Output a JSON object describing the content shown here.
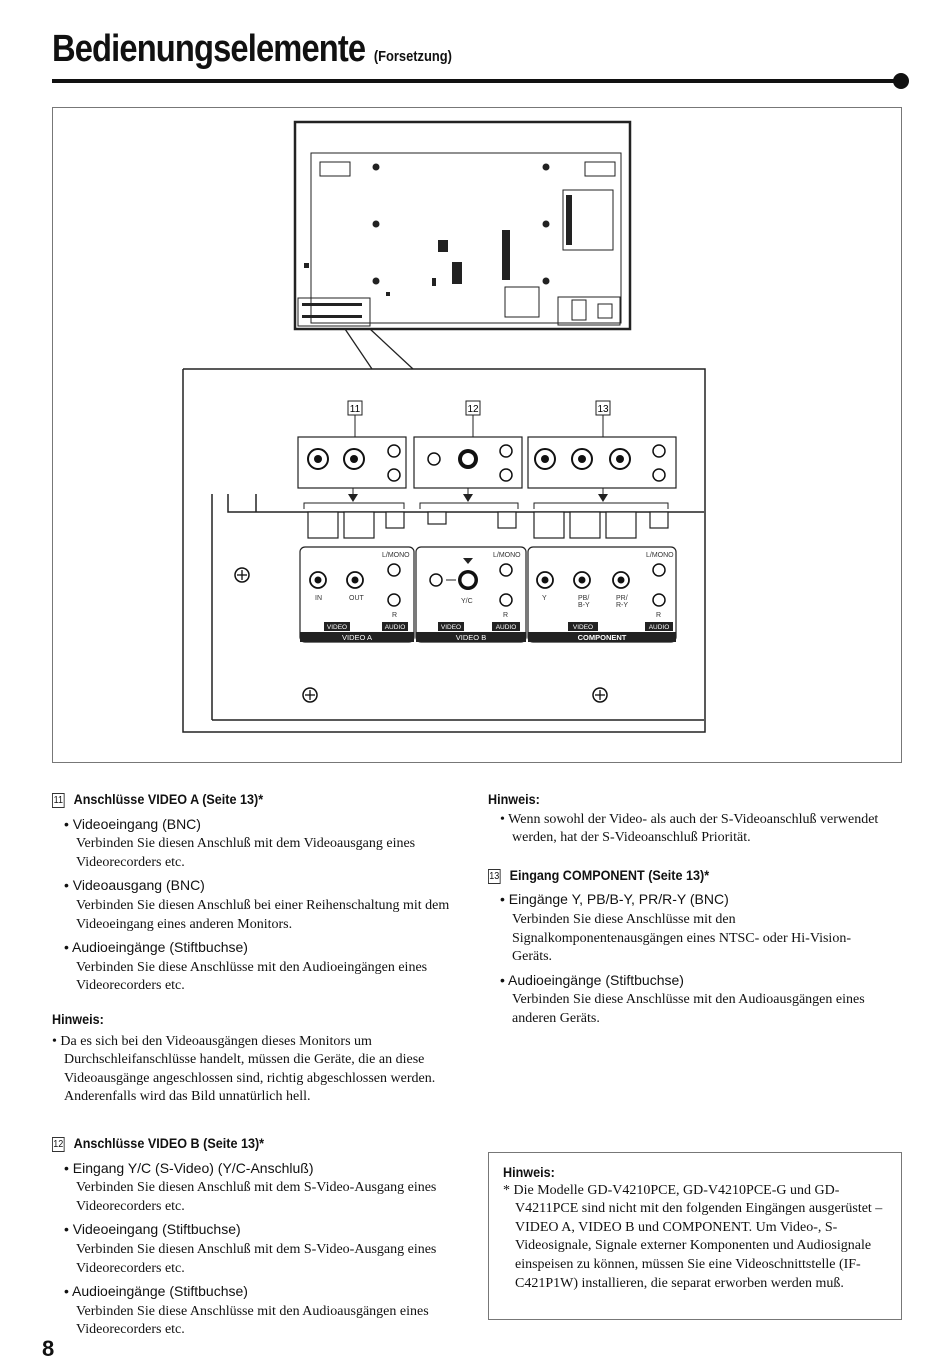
{
  "header": {
    "title": "Bedienungselemente",
    "subtitle": "(Forsetzung)"
  },
  "figure": {
    "callouts": [
      "11",
      "12",
      "13"
    ],
    "labels": {
      "lmono": "L/MONO",
      "in": "IN",
      "out": "OUT",
      "r": "R",
      "yc": "Y/C",
      "y": "Y",
      "pb1": "PB/",
      "pb2": "B-Y",
      "pr1": "PR/",
      "pr2": "R-Y",
      "video": "VIDEO",
      "audio": "AUDIO",
      "video_a": "VIDEO A",
      "video_b": "VIDEO B",
      "component": "COMPONENT"
    }
  },
  "left": {
    "s11": {
      "num": "11",
      "heading": "Anschlüsse VIDEO A (Seite 13)*",
      "items": [
        {
          "title": "Videoeingang (BNC)",
          "text": "Verbinden Sie diesen Anschluß mit dem Videoausgang eines Videorecorders etc."
        },
        {
          "title": "Videoausgang (BNC)",
          "text": "Verbinden Sie diesen Anschluß bei einer Reihenschaltung mit dem Videoeingang eines anderen Monitors."
        },
        {
          "title": "Audioeingänge (Stiftbuchse)",
          "text": "Verbinden Sie diese Anschlüsse mit den Audioeingängen eines Videorecorders etc."
        }
      ],
      "note_heading": "Hinweis:",
      "note": "Da es sich bei den Videoausgängen dieses Monitors um Durchschleifanschlüsse handelt, müssen die Geräte, die an diese Videoausgänge angeschlossen sind, richtig abgeschlossen werden. Anderenfalls wird das Bild unnatürlich hell."
    },
    "s12": {
      "num": "12",
      "heading": "Anschlüsse VIDEO B (Seite 13)*",
      "items": [
        {
          "title": "Eingang Y/C (S-Video) (Y/C-Anschluß)",
          "text": "Verbinden Sie diesen Anschluß mit dem S-Video-Ausgang eines Videorecorders etc."
        },
        {
          "title": "Videoeingang (Stiftbuchse)",
          "text": "Verbinden Sie diesen Anschluß mit dem S-Video-Ausgang eines Videorecorders etc."
        },
        {
          "title": "Audioeingänge (Stiftbuchse)",
          "text": "Verbinden Sie diese Anschlüsse mit den Audioausgängen eines Videorecorders etc."
        }
      ]
    }
  },
  "right": {
    "note_heading": "Hinweis:",
    "note": "Wenn sowohl der Video- als auch der S-Videoanschluß verwendet werden, hat der S-Videoanschluß Priorität.",
    "s13": {
      "num": "13",
      "heading": "Eingang COMPONENT (Seite 13)*",
      "items": [
        {
          "title": "Eingänge Y, PB/B-Y, PR/R-Y (BNC)",
          "text": "Verbinden Sie diese Anschlüsse mit den Signalkomponentenausgängen eines NTSC- oder Hi-Vision-Geräts."
        },
        {
          "title": "Audioeingänge (Stiftbuchse)",
          "text": "Verbinden Sie diese Anschlüsse mit den Audioausgängen eines anderen Geräts."
        }
      ]
    },
    "box": {
      "heading": "Hinweis:",
      "text": "Die Modelle GD-V4210PCE, GD-V4210PCE-G und GD-V4211PCE sind nicht mit den folgenden Eingängen ausgerüstet – VIDEO A, VIDEO B und COMPONENT. Um Video-, S-Videosignale, Signale externer Komponenten und Audiosignale einspeisen zu können, müssen Sie eine Videoschnittstelle (IF-C421P1W) installieren, die separat erworben werden muß."
    }
  },
  "page_number": "8"
}
